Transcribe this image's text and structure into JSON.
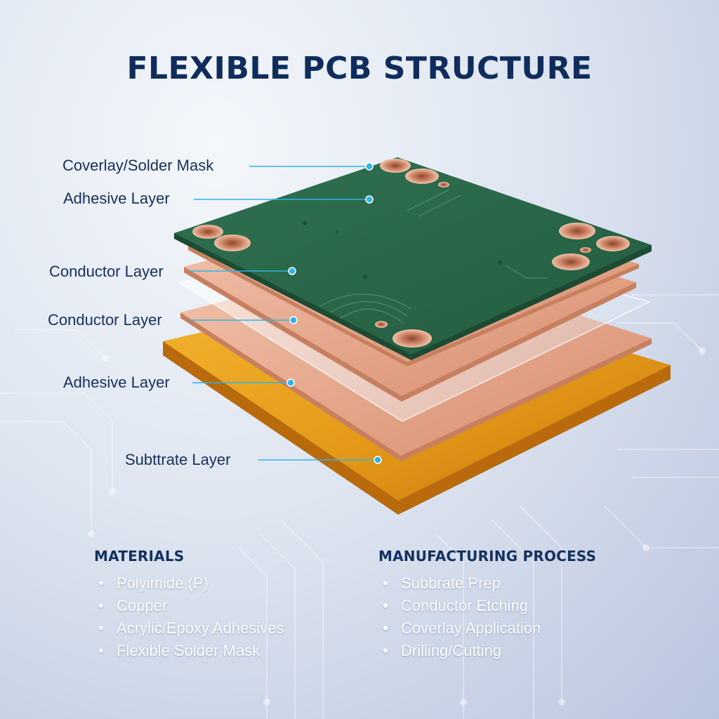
{
  "title": "FLEXIBLE PCB STRUCTURE",
  "layer_labels": [
    "Coverlay/Solder Mask",
    "Adhesive Layer",
    "Conductor Layer",
    "Conductor Layer",
    "Adhesive Layer",
    "Subttrate Layer"
  ],
  "materials": {
    "heading": "MATERIALS",
    "items": [
      "Polyimide (P)",
      "Copper",
      "Acrylic/Epoxy Adhesives",
      "Flexible Solder Mask"
    ]
  },
  "process": {
    "heading": "MANUFACTURING PROCESS",
    "items": [
      "Subbrate Prep",
      "Conductor Etching",
      "Coverlay Application",
      "Drilling/Cutting"
    ]
  },
  "colors": {
    "title": "#0f2d5c",
    "leader_line": "#2fb4e8",
    "solder_mask": "#2c6a4b",
    "copper": "#e3a387",
    "polyimide": "#e8a21c"
  }
}
